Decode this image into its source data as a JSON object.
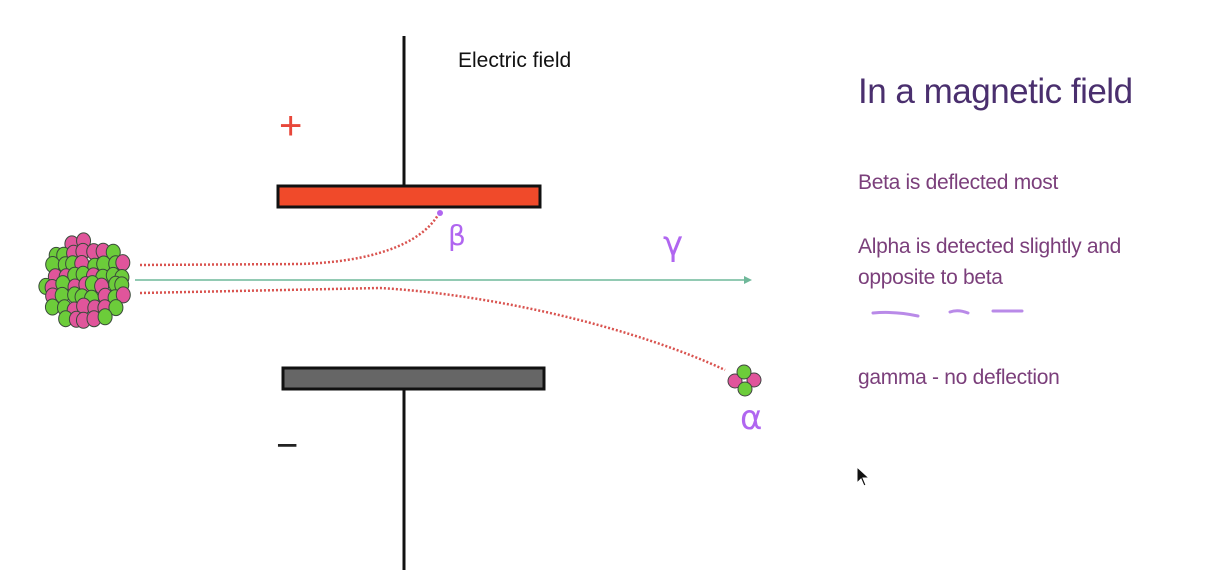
{
  "diagram": {
    "electric_field_label": "Electric field",
    "positive_sign": "+",
    "negative_sign": "−",
    "beta_symbol": "β",
    "gamma_symbol": "γ",
    "alpha_symbol": "α"
  },
  "notes": {
    "title": "In a magnetic field",
    "line1": "Beta is deflected most",
    "line2a": "Alpha is detected slightly and",
    "line2b": "opposite to beta",
    "line3": "gamma - no deflection"
  },
  "colors": {
    "positive_plate": "#f04a2a",
    "negative_plate": "#666666",
    "proton": "#e0559b",
    "neutron": "#6ccc3a",
    "gamma_ray": "#6fb89a",
    "particle_path": "#d9534f",
    "title": "#4a2f6e",
    "annotation": "#b066f0"
  }
}
